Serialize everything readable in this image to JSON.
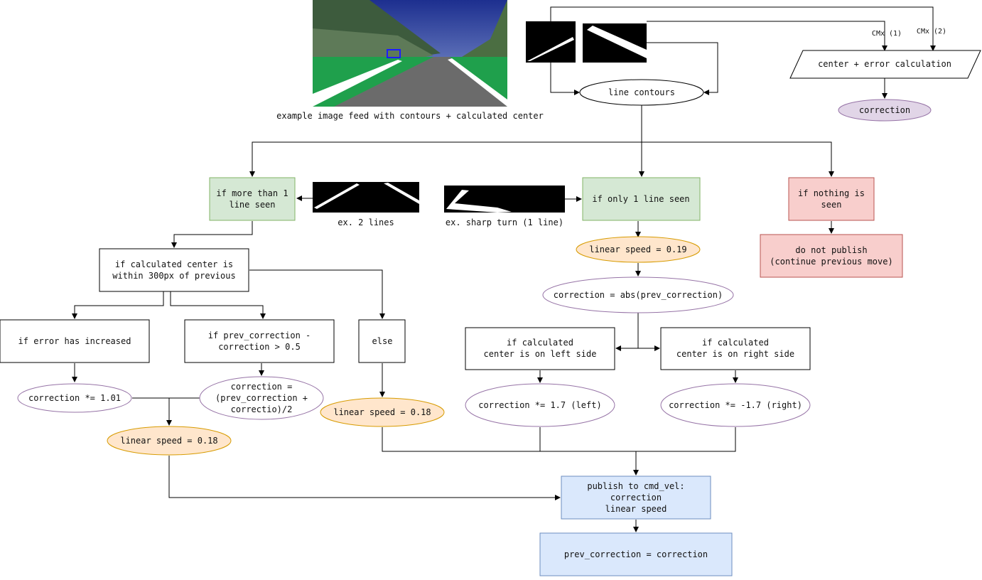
{
  "captions": {
    "feed": "example image feed with contours + calculated center",
    "two_lines": "ex. 2 lines",
    "sharp_turn": "ex. sharp turn (1 line)"
  },
  "edge_labels": {
    "cmx1": "CMx (1)",
    "cmx2": "CMx (2)"
  },
  "nodes": {
    "line_contours": "line contours",
    "center_error": "center + error calculation",
    "correction_top": "correction",
    "more_than_one": [
      "if more than 1",
      "line seen"
    ],
    "only_one": "if only 1 line seen",
    "nothing_seen": [
      "if nothing is",
      "seen"
    ],
    "do_not_publish": [
      "do not publish",
      "(continue previous move)"
    ],
    "within_300": [
      "if calculated center is",
      "within 300px of previous"
    ],
    "error_increased": "if error has increased",
    "prev_minus_corr": [
      "if prev_correction -",
      "correction > 0.5"
    ],
    "else": "else",
    "corr_101": "correction *= 1.01",
    "corr_avg": [
      "correction =",
      "(prev_correction +",
      "correctio)/2"
    ],
    "speed_018_left": "linear speed = 0.18",
    "speed_018_else": "linear speed = 0.18",
    "speed_019": "linear speed = 0.19",
    "corr_abs": "correction = abs(prev_correction)",
    "left_side": [
      "if calculated",
      "center is on left side"
    ],
    "right_side": [
      "if calculated",
      "center is on right side"
    ],
    "corr_left": "correction *= 1.7 (left)",
    "corr_right": "correction *= -1.7 (right)",
    "publish": [
      "publish to cmd_vel:",
      "correction",
      "linear speed"
    ],
    "prev_assign": "prev_correction = correction"
  },
  "colors": {
    "green_fill": "#d5e8d4",
    "green_stroke": "#82b366",
    "red_fill": "#f8cecc",
    "red_stroke": "#b85450",
    "orange_fill": "#ffe6cc",
    "orange_stroke": "#d79b00",
    "blue_fill": "#dae8fc",
    "blue_stroke": "#6c8ebf",
    "purple_fill": "#e1d5e7",
    "purple_stroke": "#9673a6"
  }
}
